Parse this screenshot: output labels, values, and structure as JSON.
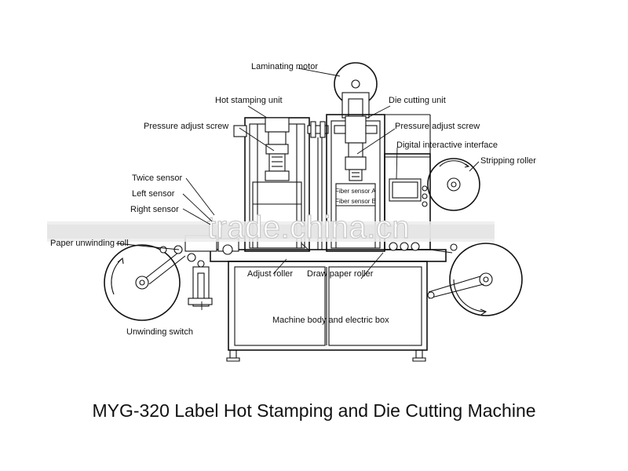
{
  "labels": {
    "laminating_motor": "Laminating motor",
    "hot_stamping_unit": "Hot stamping unit",
    "die_cutting_unit": "Die cutting unit",
    "pressure_adjust_screw_left": "Pressure adjust screw",
    "pressure_adjust_screw_right": "Pressure adjust screw",
    "digital_interactive_interface": "Digital interactive interface",
    "stripping_roller": "Stripping roller",
    "twice_sensor": "Twice sensor",
    "left_sensor": "Left  sensor",
    "right_sensor": "Right sensor",
    "fiber_sensor_a": "Fiber sensor A",
    "fiber_sensor_b": "Fiber sensor B",
    "paper_unwinding_roll": "Paper unwinding roll",
    "adjust_roller": "Adjust roller",
    "draw_paper_roller": "Draw paper roller",
    "machine_body": "Machine body and electric box",
    "unwinding_switch": "Unwinding switch"
  },
  "watermark": "trade.china.cn",
  "caption": "MYG-320 Label Hot Stamping and Die Cutting Machine"
}
